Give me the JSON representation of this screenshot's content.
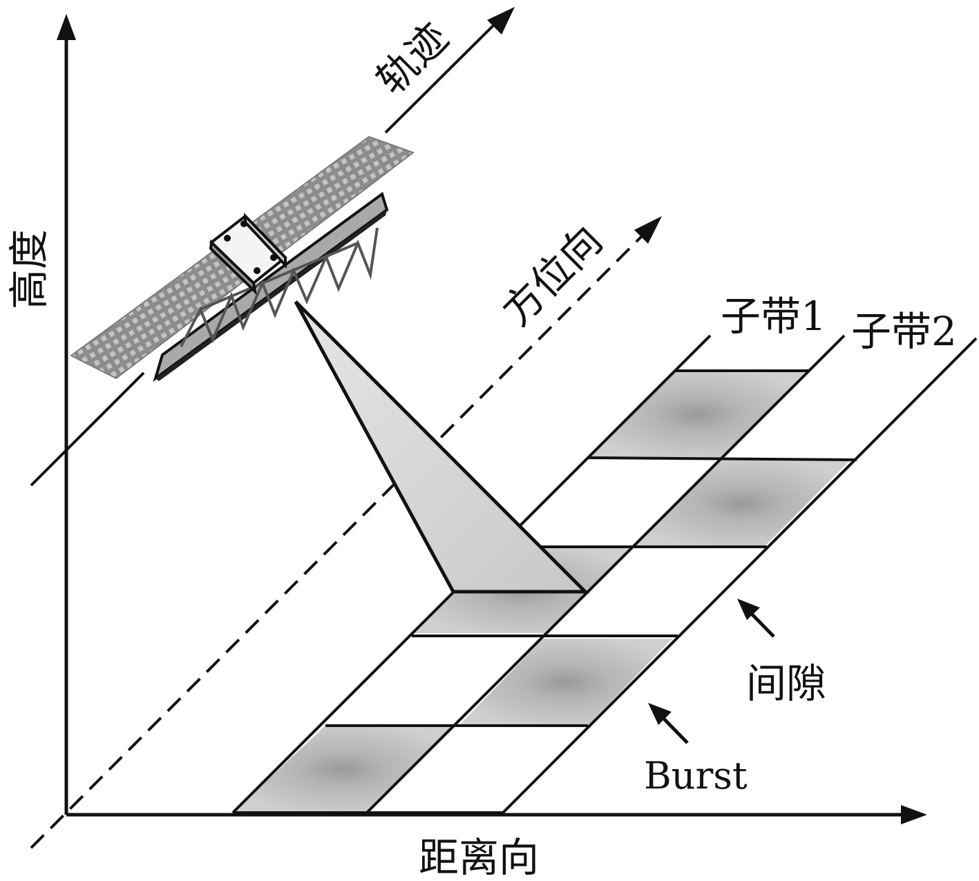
{
  "labels": {
    "height_axis": "高度",
    "range_axis": "距离向",
    "azimuth": "方位向",
    "track": "轨迹",
    "subband1": "子带1",
    "subband2": "子带2",
    "gap": "间隙",
    "burst": "Burst"
  },
  "colors": {
    "line": "#111111",
    "burst_fill": "#c9c9c9",
    "burst_center": "#9d9d9d",
    "beam_fill": "#d2d2d2",
    "panel_fill": "#8a8a8a",
    "panel_cell": "#bdbdbd",
    "antenna_fill": "#a9a9a9"
  },
  "icons": {
    "satellite": "satellite-icon",
    "beam": "radar-beam-icon"
  }
}
